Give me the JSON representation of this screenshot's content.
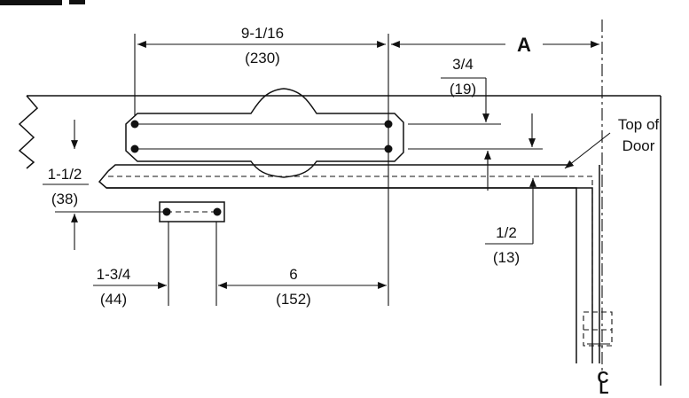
{
  "dimensions": {
    "closer_length": {
      "inches": "9-1/16",
      "mm": "(230)"
    },
    "a_label": "A",
    "offset_top": {
      "inches": "3/4",
      "mm": "(19)"
    },
    "offset_left": {
      "inches": "1-1/2",
      "mm": "(38)"
    },
    "offset_bottom": {
      "inches": "1/2",
      "mm": "(13)"
    },
    "shoe_edge": {
      "inches": "1-3/4",
      "mm": "(44)"
    },
    "shoe_to_closer": {
      "inches": "6",
      "mm": "(152)"
    }
  },
  "labels": {
    "top_of_door_line1": "Top of",
    "top_of_door_line2": "Door",
    "centerline_c": "C",
    "centerline_l": "L"
  }
}
